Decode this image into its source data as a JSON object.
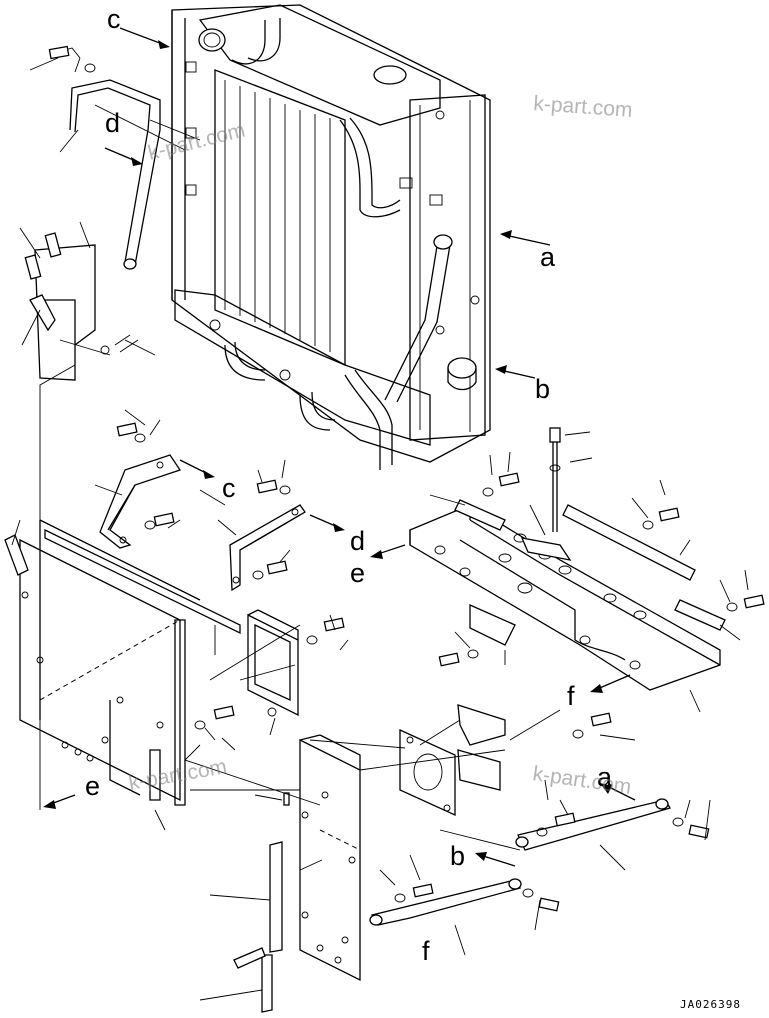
{
  "drawing": {
    "ref_letters": {
      "c_top": "c",
      "d_top": "d",
      "a_right": "a",
      "b_right": "b",
      "c_mid": "c",
      "d_mid": "d",
      "e_mid": "e",
      "e_bottom": "e",
      "a_bottom": "a",
      "b_bottom": "b",
      "f_right": "f",
      "f_bottom": "f"
    },
    "watermarks": {
      "wm_top_left": "k-part.com",
      "wm_top_right": "k-part.com",
      "wm_bottom_left": "k-part.com",
      "wm_bottom_right": "k-part.com"
    },
    "drawing_code": "JA026398"
  }
}
